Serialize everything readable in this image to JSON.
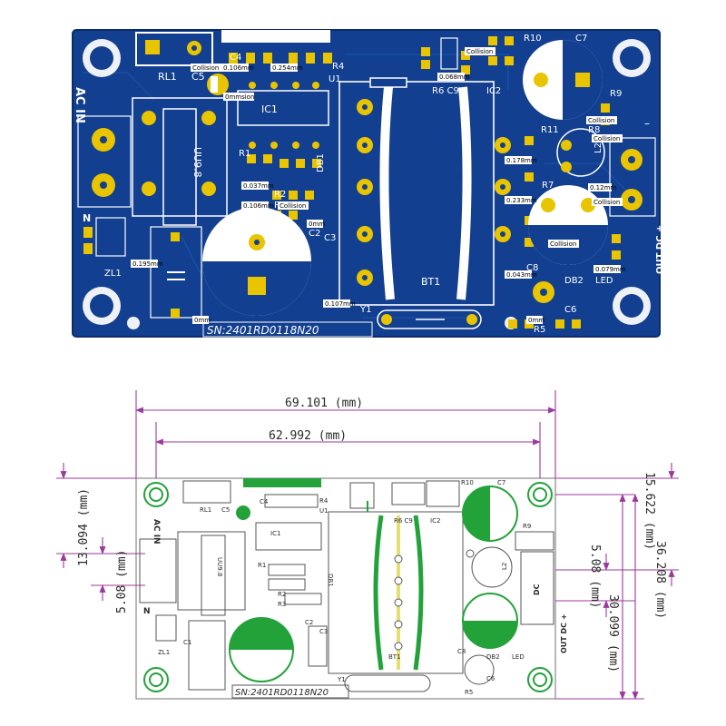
{
  "pcb": {
    "silk": {
      "rl1": "RL1",
      "c5": "C5",
      "c4": "C4",
      "r4": "R4",
      "u1": "U1",
      "ic1": "IC1",
      "ac_in": "AC IN",
      "uu98": "UU9.8",
      "r1": "R1",
      "r2": "R2",
      "r3": "R",
      "db1": "DB1",
      "c2": "C2",
      "c3": "C3",
      "n": "N",
      "zl1": "ZL1",
      "bt1": "BT1",
      "y1": "Y1",
      "r6c9": "R6 C9",
      "ic2": "IC2",
      "r10": "R10",
      "c7": "C7",
      "r9": "R9",
      "r11": "R11",
      "r8": "R8",
      "r7": "R7",
      "l2": "L2",
      "minus": "–",
      "c8": "C8",
      "db2": "DB2",
      "led": "LED",
      "out_dc": "OUT DC +",
      "r5": "R5",
      "c6": "C6",
      "serial": "SN:2401RD0118N20"
    },
    "tags": {
      "collision": "Collision",
      "d0106a": "0.106mm",
      "d0254": "0.254mm",
      "d0mm_a": "0mmsion",
      "d0068": "0.068mm",
      "d0037": "0.037mm",
      "d0106b": "0.106mm",
      "d0mm_b": "0mm",
      "d0195": "0.195mm",
      "d0mm_c": "0mm",
      "d0107": "0.107mm",
      "d0178": "0.178mm",
      "d0233": "0.233mm",
      "d012": "0.12mm",
      "d0043": "0.043mm",
      "d0079": "0.079mm",
      "d0mm_d": "0mm"
    }
  },
  "drawing": {
    "silk": {
      "rl1": "RL1",
      "c5": "C5",
      "c4": "C4",
      "r4": "R4",
      "u1": "U1",
      "ic1": "IC1",
      "ac_in": "AC IN",
      "uu98": "UU9.8",
      "r1": "R1",
      "r2": "R2",
      "r3": "R3",
      "db1": "DB1",
      "c2": "C2",
      "c3": "C3",
      "n": "N",
      "zl1": "ZL1",
      "c1": "C1",
      "bt1": "BT1",
      "y1": "Y1",
      "r6c9": "R6 C9",
      "ic2": "IC2",
      "r10": "R10",
      "c7": "C7",
      "r9": "R9",
      "dc": "DC",
      "c8": "C8",
      "db2": "DB2",
      "led": "LED",
      "out_dc": "OUT DC +",
      "r5": "R5",
      "c6": "C6",
      "l2": "L2",
      "serial": "SN:2401RD0118N20"
    },
    "dims": {
      "w_outer": "69.101 (mm)",
      "w_inner": "62.992 (mm)",
      "left_top": "13.094 (mm)",
      "left_mid": "5.08 (mm)",
      "right_top": "15.622 (mm)",
      "right_span": "36.208 (mm)",
      "right_mid": "5.08 (mm)",
      "right_low": "30.099 (mm)"
    }
  }
}
